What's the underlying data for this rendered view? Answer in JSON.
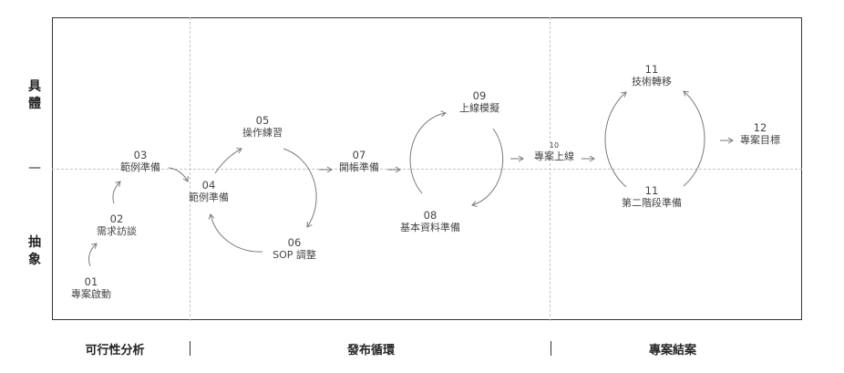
{
  "axis": {
    "concrete": "具體",
    "abstract": "抽象",
    "mid_mark": "—"
  },
  "phases": [
    "可行性分析",
    "發布循環",
    "專案結案"
  ],
  "nodes": [
    {
      "num": "01",
      "label": "專案啟動"
    },
    {
      "num": "02",
      "label": "需求訪談"
    },
    {
      "num": "03",
      "label": "範例準備"
    },
    {
      "num": "04",
      "label": "範例準備"
    },
    {
      "num": "05",
      "label": "操作練習"
    },
    {
      "num": "06",
      "label": "SOP 調整"
    },
    {
      "num": "07",
      "label": "開帳準備"
    },
    {
      "num": "08",
      "label": "基本資料準備"
    },
    {
      "num": "09",
      "label": "上線模擬"
    },
    {
      "num": "10",
      "label": "專案上線"
    },
    {
      "num": "11",
      "label": "技術轉移"
    },
    {
      "num": "11",
      "label": "第二階段準備"
    },
    {
      "num": "12",
      "label": "專案目標"
    }
  ],
  "colors": {
    "frame": "#333333",
    "grid": "#c4c4c4",
    "arrow": "#7a7a7a",
    "text": "#444444"
  }
}
